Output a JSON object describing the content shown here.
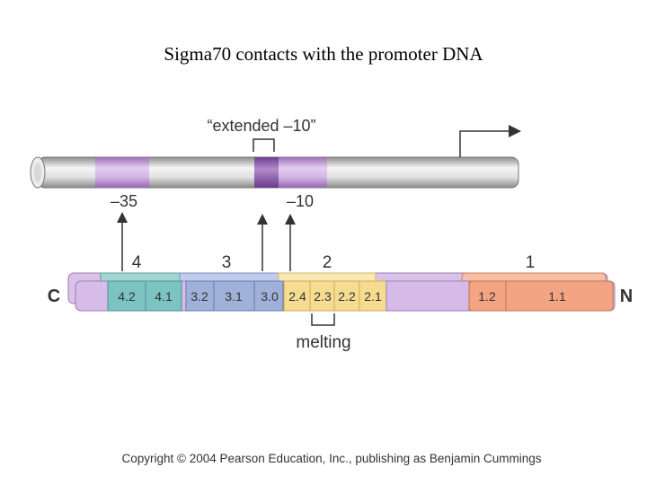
{
  "title": "Sigma70 contacts with the promoter DNA",
  "dna": {
    "extended_label": "“extended –10”",
    "minus35_label": "–35",
    "minus10_label": "–10"
  },
  "protein": {
    "c_terminus": "C",
    "n_terminus": "N",
    "region_numbers": [
      "4",
      "3",
      "2",
      "1"
    ],
    "subregions": [
      "4.2",
      "4.1",
      "3.2",
      "3.1",
      "3.0",
      "2.4",
      "2.3",
      "2.2",
      "2.1",
      "1.2",
      "1.1"
    ],
    "melting_label": "melting"
  },
  "colors": {
    "dna_gray": "#cfcfcf",
    "purple": "#c9a8dc",
    "teal": "#7cc4c1",
    "blue": "#9fb0d9",
    "yellow": "#f5dc91",
    "salmon": "#f3a482"
  },
  "copyright": "Copyright © 2004 Pearson Education, Inc., publishing as Benjamin Cummings"
}
